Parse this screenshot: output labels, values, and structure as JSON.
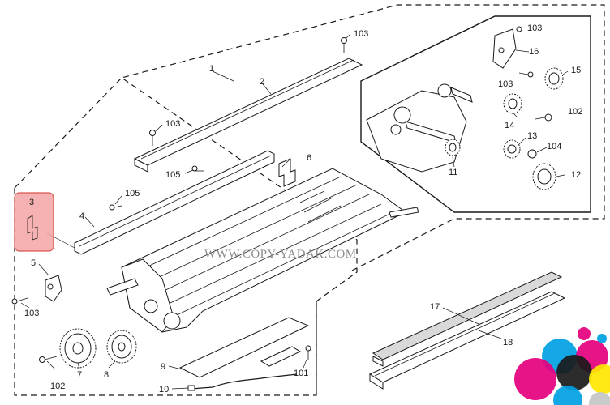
{
  "watermark": "WWW.COPY-YADAK.COM",
  "highlight_color": "#f4a5a5",
  "highlight_border": "#d9534f",
  "labels": {
    "p1": "1",
    "p2": "2",
    "p3": "3",
    "p4": "4",
    "p5": "5",
    "p6": "6",
    "p7": "7",
    "p8": "8",
    "p9": "9",
    "p10": "10",
    "p11": "11",
    "p12": "12",
    "p13": "13",
    "p14": "14",
    "p15": "15",
    "p16": "16",
    "p17": "17",
    "p18": "18",
    "p101": "101",
    "p102a": "102",
    "p102b": "102",
    "p103a": "103",
    "p103b": "103",
    "p103c": "103",
    "p103d": "103",
    "p103e": "103",
    "p104": "104",
    "p105a": "105",
    "p105b": "105"
  },
  "logo_colors": [
    "#00a0e4",
    "#e5007e",
    "#ffe600",
    "#1a1a1a",
    "#c6c6c6"
  ]
}
